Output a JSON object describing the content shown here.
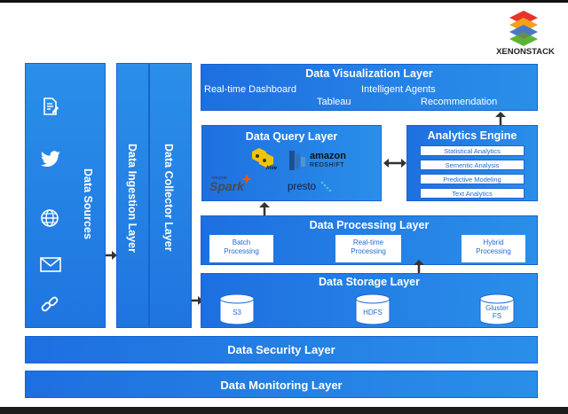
{
  "brand": {
    "name": "XENONSTACK",
    "logo_colors": [
      "#e8332a",
      "#f2a11b",
      "#2b9ad5",
      "#5cb531",
      "#7b3fa0"
    ]
  },
  "colors": {
    "layer_blue": "#1e6fe0",
    "arrow": "#333333"
  },
  "data_sources": {
    "title": "Data Sources",
    "icons": [
      "document-icon",
      "twitter-icon",
      "globe-icon",
      "mail-icon",
      "link-icon"
    ]
  },
  "ingestion": {
    "title": "Data Ingestion Layer"
  },
  "collector": {
    "title": "Data Collector Layer"
  },
  "visualization": {
    "title": "Data Visualization Layer",
    "items": [
      "Real-time Dashboard",
      "Intelligent Agents",
      "Tableau",
      "Recommendation"
    ]
  },
  "query": {
    "title": "Data Query Layer",
    "logos": [
      "hive",
      "amazon",
      "REDSHIFT",
      "Spark",
      "APACHE",
      "presto"
    ]
  },
  "analytics": {
    "title": "Analytics Engine",
    "items": [
      "Statistical Analytics",
      "Sementic Analysis",
      "Predictive Modeling",
      "Text Analytics"
    ]
  },
  "processing": {
    "title": "Data Processing Layer",
    "items": [
      "Batch\nProcessing",
      "Real-time\nProcessing",
      "Hybrid\nProcessing"
    ]
  },
  "storage": {
    "title": "Data Storage Layer",
    "items": [
      "S3",
      "HDFS",
      "Gluster\nFS"
    ]
  },
  "security": {
    "title": "Data Security Layer"
  },
  "monitoring": {
    "title": "Data Monitoring Layer"
  }
}
